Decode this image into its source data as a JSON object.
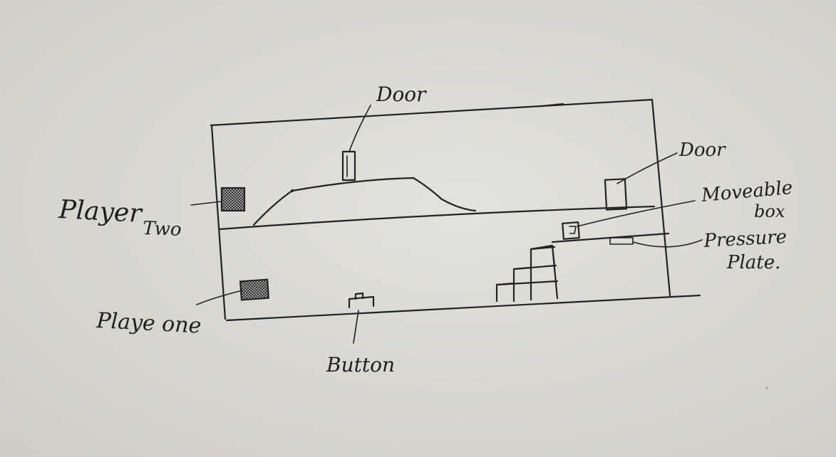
{
  "labels": {
    "door_top": "Door",
    "door_right": "Door",
    "player_two": "PlayerTwo",
    "player_two_part1": "Player",
    "player_two_part2": "Two",
    "moveable_box_line1": "Moveable",
    "moveable_box_line2": "box",
    "pressure_plate_line1": "Pressure",
    "pressure_plate_line2": "Plate.",
    "player_one": "Playe one",
    "button": "Button"
  },
  "colors": {
    "paper": "#d9d7d1",
    "ink": "#222222"
  }
}
